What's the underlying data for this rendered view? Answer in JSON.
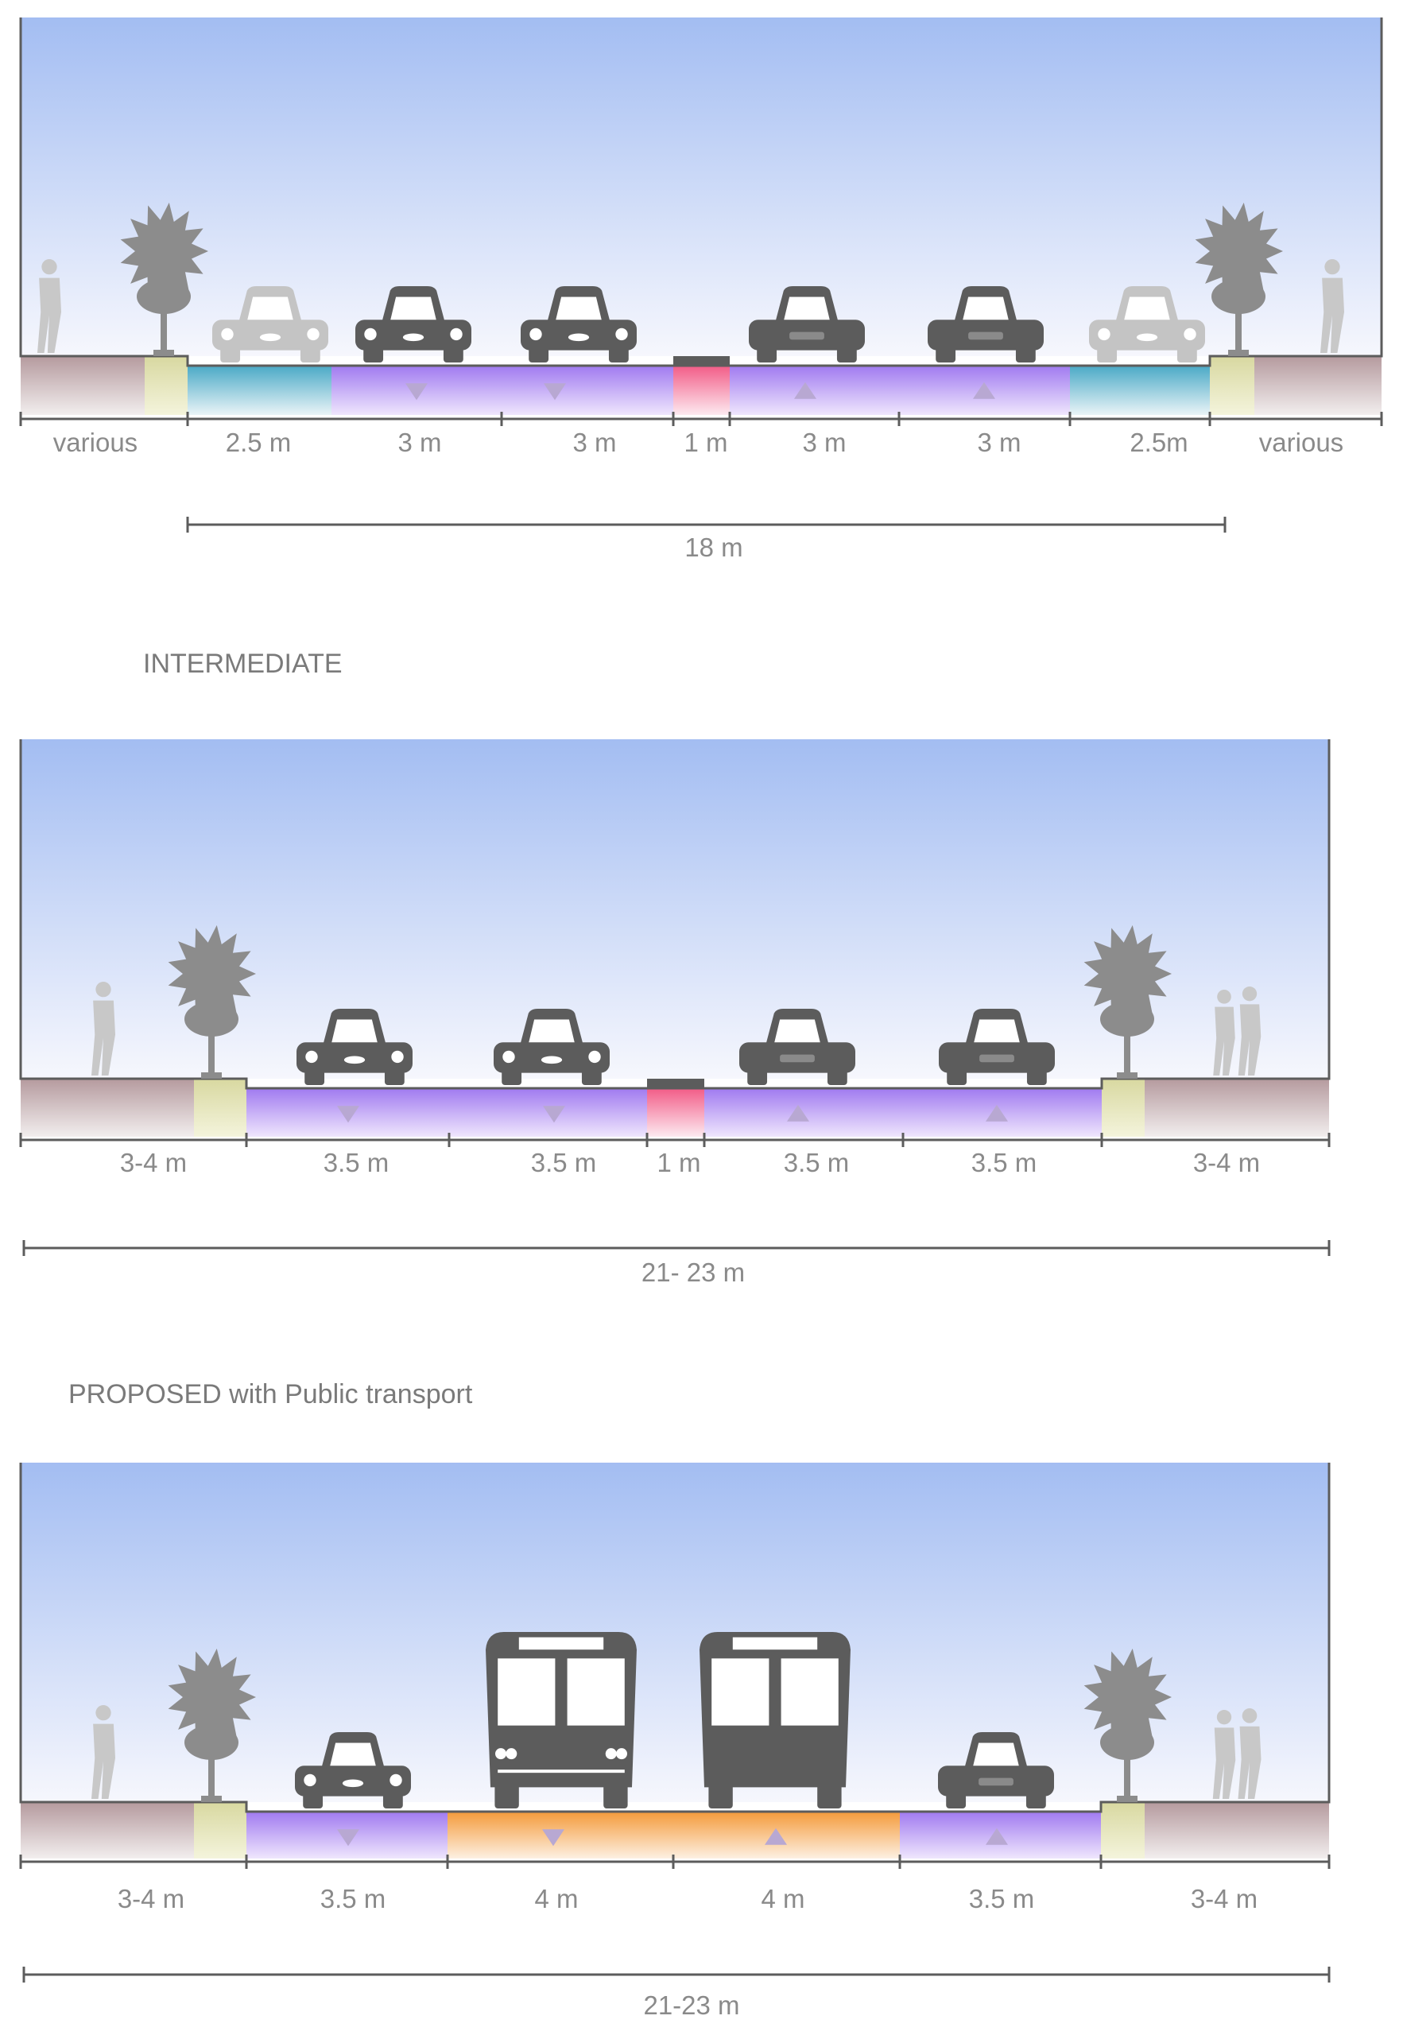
{
  "colors": {
    "sky_top": "#a3bdf2",
    "sky_bottom": "#f6f7fd",
    "sidewalk_top": "#b59a9e",
    "sidewalk_bottom": "#f2eeee",
    "tree_pit_top": "#d8d8a0",
    "tree_pit_bottom": "#f4f4dc",
    "parking_top": "#4aa9c6",
    "parking_bottom": "#eaf4f7",
    "lane_top": "#a07af0",
    "lane_bottom": "#efe6fd",
    "median_top": "#f25c87",
    "median_bottom": "#fdeaf0",
    "bus_lane_top": "#f49a3a",
    "bus_lane_bottom": "#fdf0e2",
    "vehicle": "#5c5c5c",
    "parked_vehicle": "#c4c4c4",
    "tree": "#8c8c8c",
    "pedestrian": "#c8c8c8",
    "outline": "#5c5c5c",
    "arrow": "#b8a8d2"
  },
  "sections": [
    {
      "heading": "",
      "total_label": "18 m",
      "segment_labels": [
        "various",
        "2.5 m",
        "3 m",
        "3 m",
        "1 m",
        "3 m",
        "3 m",
        "2.5m",
        "various"
      ]
    },
    {
      "heading": "INTERMEDIATE",
      "total_label": "21- 23 m",
      "segment_labels": [
        "3-4 m",
        "3.5 m",
        "3.5 m",
        "1 m",
        "3.5 m",
        "3.5 m",
        "3-4 m"
      ]
    },
    {
      "heading": "PROPOSED with Public transport",
      "total_label": "21-23 m",
      "segment_labels": [
        "3-4 m",
        "3.5 m",
        "4 m",
        "4 m",
        "3.5 m",
        "3-4 m"
      ]
    }
  ],
  "icons": {
    "vehicles": [
      "car-front-icon",
      "car-rear-icon",
      "parked-car-icon",
      "bus-front-icon",
      "bus-rear-icon"
    ],
    "street_elements": [
      "palm-tree-icon",
      "pedestrian-icon",
      "pedestrian-pair-icon"
    ],
    "direction": [
      "direction-arrow-down-icon",
      "direction-arrow-up-icon"
    ]
  }
}
